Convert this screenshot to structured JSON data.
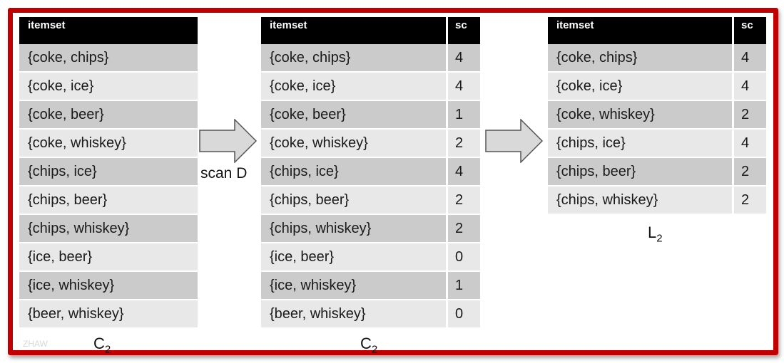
{
  "tables": {
    "c2_left": {
      "header": [
        "itemset"
      ],
      "rows": [
        [
          "{coke, chips}"
        ],
        [
          "{coke, ice}"
        ],
        [
          "{coke, beer}"
        ],
        [
          "{coke, whiskey}"
        ],
        [
          "{chips, ice}"
        ],
        [
          "{chips, beer}"
        ],
        [
          "{chips, whiskey}"
        ],
        [
          "{ice, beer}"
        ],
        [
          "{ice, whiskey}"
        ],
        [
          "{beer, whiskey}"
        ]
      ],
      "caption_main": "C",
      "caption_sub": "2"
    },
    "c2_counted": {
      "header": [
        "itemset",
        "sc"
      ],
      "rows": [
        [
          "{coke, chips}",
          "4"
        ],
        [
          "{coke, ice}",
          "4"
        ],
        [
          "{coke, beer}",
          "1"
        ],
        [
          "{coke, whiskey}",
          "2"
        ],
        [
          "{chips, ice}",
          "4"
        ],
        [
          "{chips, beer}",
          "2"
        ],
        [
          "{chips, whiskey}",
          "2"
        ],
        [
          "{ice, beer}",
          "0"
        ],
        [
          "{ice, whiskey}",
          "1"
        ],
        [
          "{beer, whiskey}",
          "0"
        ]
      ],
      "caption_main": "C",
      "caption_sub": "2"
    },
    "l2": {
      "header": [
        "itemset",
        "sc"
      ],
      "rows": [
        [
          "{coke, chips}",
          "4"
        ],
        [
          "{coke, ice}",
          "4"
        ],
        [
          "{coke, whiskey}",
          "2"
        ],
        [
          "{chips, ice}",
          "4"
        ],
        [
          "{chips, beer}",
          "2"
        ],
        [
          "{chips, whiskey}",
          "2"
        ]
      ],
      "caption_main": "L",
      "caption_sub": "2"
    }
  },
  "arrow_label": "scan D",
  "watermark": "ZHAW",
  "colors": {
    "frame": "#c00000",
    "header_bg": "#000000",
    "row_dark": "#cbcbcb",
    "row_light": "#e8e8e8",
    "arrow_fill": "#d9d9d9"
  }
}
